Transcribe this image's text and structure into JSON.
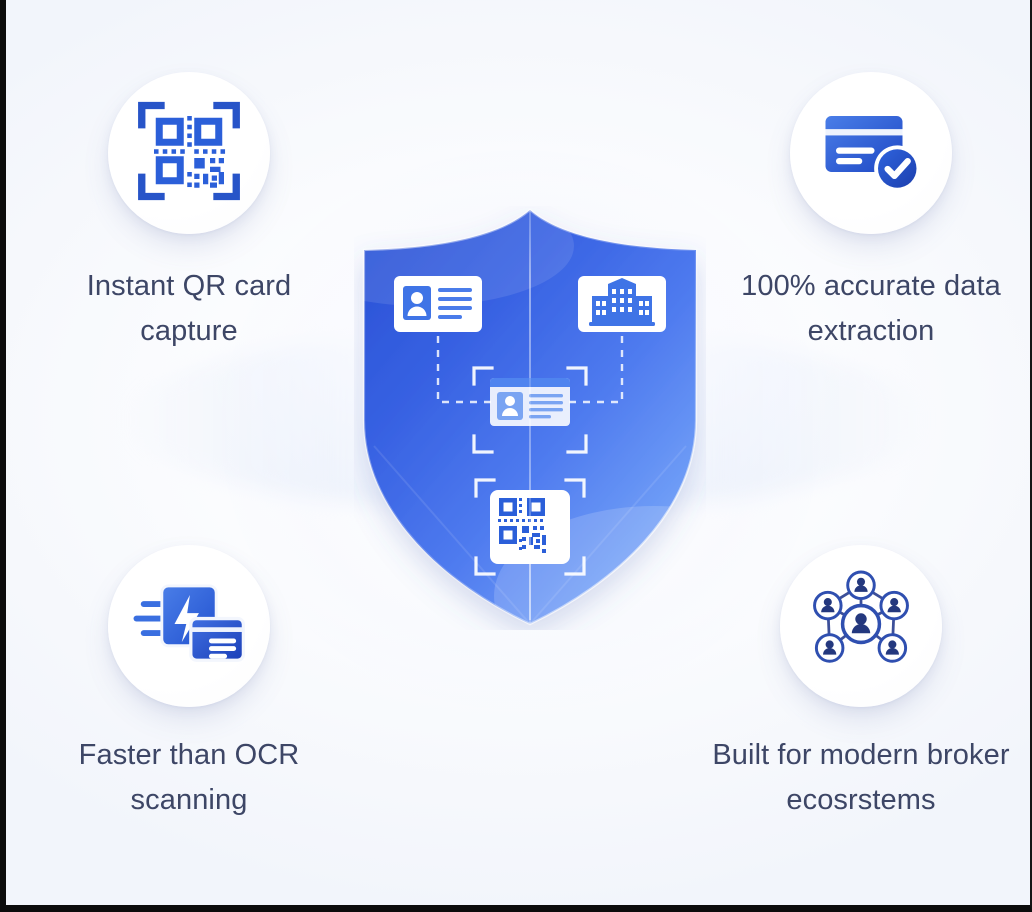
{
  "graphic": {
    "title": "QR card capture shield infographic",
    "background_color": "#f4f7fd",
    "accent_color": "#2b5fd9",
    "text_color": "#3d4666",
    "shield_gradient_from": "#2a55d8",
    "shield_gradient_to": "#7ba6f8"
  },
  "features": [
    {
      "id": "instant-qr-card-capture",
      "icon": "qr-scan-icon",
      "label": "Instant QR card capture",
      "position": "top-left"
    },
    {
      "id": "accurate-data-extraction",
      "icon": "card-check-icon",
      "label": "100% accurate data extraction",
      "position": "top-right"
    },
    {
      "id": "faster-than-ocr-scanning",
      "icon": "fast-card-icon",
      "label": "Faster than OCR scanning",
      "position": "bottom-left"
    },
    {
      "id": "built-for-modern-broker-ecosystems",
      "icon": "network-users-icon",
      "label": "Built for modern broker ecosrstems",
      "position": "bottom-right"
    }
  ],
  "shield": {
    "name": "security-shield",
    "icons": [
      {
        "id": "id-card",
        "name": "id-card-icon",
        "position": "top-left"
      },
      {
        "id": "office-building",
        "name": "building-icon",
        "position": "top-right"
      },
      {
        "id": "scanned-id-card",
        "name": "scan-card-icon",
        "position": "center"
      },
      {
        "id": "qr-code",
        "name": "qr-code-icon",
        "position": "bottom"
      }
    ],
    "connectors": [
      {
        "from": "id-card",
        "to": "scanned-id-card",
        "style": "dashed"
      },
      {
        "from": "office-building",
        "to": "scanned-id-card",
        "style": "dashed"
      }
    ]
  }
}
